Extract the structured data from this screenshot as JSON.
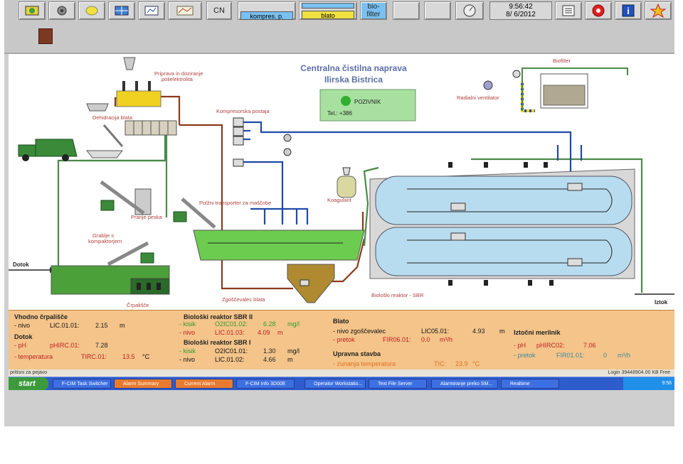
{
  "toolbar": {
    "cn_label": "CN",
    "kompres_label": "kompres. p.",
    "blato_label": "blato",
    "bio_label1": "bio-",
    "bio_label2": "filter",
    "time": "9:56:42",
    "date": "8/ 6/2012"
  },
  "title": {
    "line1": "Centralna čistilna naprava",
    "line2": "Ilirska Bistrica"
  },
  "pozivnik": {
    "label": "POZIVNIK",
    "tel": "Tel.: +386"
  },
  "plant_labels": {
    "priprava": "Priprava in doziranje",
    "polielektrolita": "polielektrolita",
    "dehidracija": "Dehidracija blata",
    "kompresorska": "Kompresorska postaja",
    "biofilter": "Biofilter",
    "radialni": "Radialni ventilator",
    "koagulant": "Koagulant",
    "polzni": "Polžni transporter za maščobe",
    "pranje": "Pranje peska",
    "grablje1": "Grablje s",
    "grablje2": "kompaktorjem",
    "dotok": "Dotok",
    "crpalisce": "Črpališče",
    "zgoscevalec": "Zgoščevalec blata",
    "bioloski": "Biološki reaktor - SBR",
    "iztok": "Iztok"
  },
  "panel": {
    "vhodno": {
      "title": "Vhodno črpališče",
      "label": "- nivo",
      "tag": "LIC.01.01:",
      "value": "2.15",
      "unit": "m"
    },
    "dotok": {
      "title": "Dotok",
      "ph": {
        "label": "- pH",
        "tag": "pHIRC.01:",
        "value": "7.28"
      },
      "temp": {
        "label": "- temperatura",
        "tag": "TIRC.01:",
        "value": "13.5",
        "unit": "°C"
      }
    },
    "sbr2": {
      "title": "Biološki reaktor SBR II",
      "kisik": {
        "label": "- kisik",
        "tag": "O2IC01.02:",
        "value": "6.28",
        "unit": "mg/l"
      },
      "nivo": {
        "label": "- nivo",
        "tag": "LIC.01.03:",
        "value": "4.09",
        "unit": "m"
      }
    },
    "sbr1": {
      "title": "Biološki reaktor SBR I",
      "kisik": {
        "label": "- kisik",
        "tag": "O2IC01.01:",
        "value": "1.30",
        "unit": "mg/l"
      },
      "nivo": {
        "label": "- nivo",
        "tag": "LIC.01.02:",
        "value": "4.66",
        "unit": "m"
      }
    },
    "blato": {
      "title": "Blato",
      "nivo": {
        "label": "- nivo zgoščevalec",
        "tag": "LIC05.01:",
        "value": "4.93",
        "unit": "m"
      },
      "pretok": {
        "label": "- pretok",
        "tag": "FIR06.01:",
        "value": "0.0",
        "unit": "m³/h"
      }
    },
    "upravna": {
      "title": "Upravna stavba",
      "temp": {
        "label": "- zunanja temperatura",
        "tag": "TIC:",
        "value": "23.9",
        "unit": "°C"
      }
    },
    "iztocni": {
      "title": "Iztočni merilnik",
      "ph": {
        "label": "- pH",
        "tag": "pHIRC02:",
        "value": "7.06"
      },
      "pretok": {
        "label": "- pretok",
        "tag": "FIR01.01:",
        "value": "0",
        "unit": "m³/h"
      }
    }
  },
  "status_bar": {
    "left": "pritisni za pejavo",
    "right": "Login   39448904.00 KB Free"
  },
  "taskbar": {
    "start": "start",
    "tasks": [
      "F-CIM Task Switcher",
      "Alarm Summary",
      "Current Alarm",
      "F-CIM Info 3D00E",
      "Operator Workstatio...",
      "Text File Server",
      "Alarmiranje preko SM...",
      "Realtime"
    ],
    "clock": "9:56"
  },
  "colors": {
    "sludge_brown": "#8b3a1a",
    "air_blue": "#1f4aa8",
    "water_green": "#4a9a4a",
    "reactor_blue": "#b8dcef",
    "panel_bg": "#f4c48a"
  }
}
